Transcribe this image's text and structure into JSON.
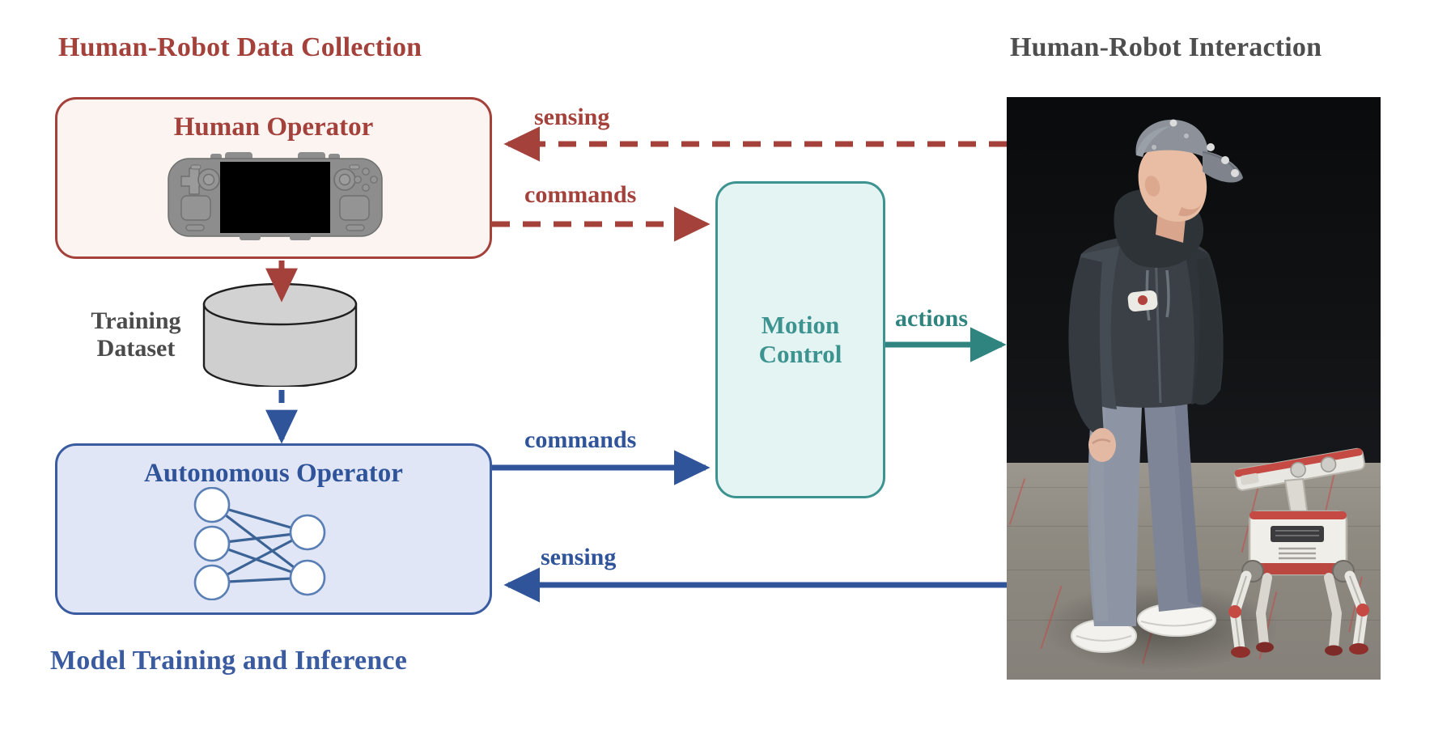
{
  "sections": {
    "collection_title": "Human-Robot Data Collection",
    "interaction_title": "Human-Robot Interaction",
    "training_title": "Model Training and Inference"
  },
  "boxes": {
    "human_operator": "Human Operator",
    "autonomous_operator": "Autonomous Operator",
    "motion_control_line1": "Motion",
    "motion_control_line2": "Control",
    "dataset_line1": "Training",
    "dataset_line2": "Dataset"
  },
  "arrows": {
    "sensing_top": "sensing",
    "commands_top": "commands",
    "commands_bottom": "commands",
    "sensing_bottom": "sensing",
    "actions": "actions"
  },
  "icons": {
    "controller": "handheld-game-controller-icon",
    "database": "database-cylinder-icon",
    "network": "neural-network-icon",
    "photo": "human-robot-interaction-photo"
  },
  "colors": {
    "red": "#a4413b",
    "red_fill": "#fbf4f1",
    "blue": "#3a5ba0",
    "blue_text": "#2f5499",
    "blue_fill": "#e1e6f7",
    "teal": "#3d9390",
    "teal_fill": "#e4f4f2",
    "gray_text": "#4e4e4e",
    "gray_fill": "#cfcfcf"
  }
}
